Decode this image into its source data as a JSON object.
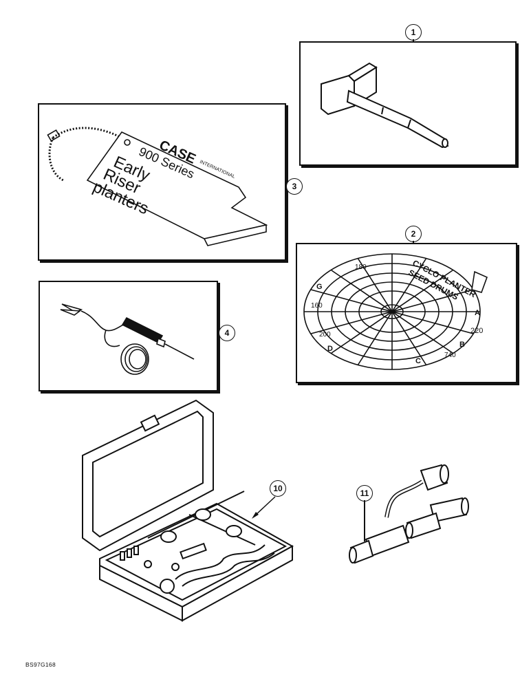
{
  "callouts": {
    "c1": "1",
    "c2": "2",
    "c3": "3",
    "c4": "4",
    "c10": "10",
    "c11": "11"
  },
  "gauge_tag": {
    "brand": "CASE",
    "brand_suffix": "INTERNATIONAL",
    "series": "900 Series",
    "line1": "Early",
    "line2": "Riser",
    "line3": "planters"
  },
  "seed_drum_chart": {
    "title_line1": "CYCLO PLANTER",
    "title_line2": "SEED DRUMS",
    "labels": [
      "A",
      "B",
      "C",
      "D",
      "G",
      "220",
      "160",
      "200",
      "740",
      "180"
    ]
  },
  "figure_code": "BS97G168",
  "icons": {
    "tool_1": "pin-removal-tool-icon",
    "tool_2": "seed-drum-chart-icon",
    "tool_3": "gauge-tag-icon",
    "tool_4": "test-light-icon",
    "tool_10": "tester-kit-case-icon",
    "tool_11": "harness-adapter-icon"
  }
}
